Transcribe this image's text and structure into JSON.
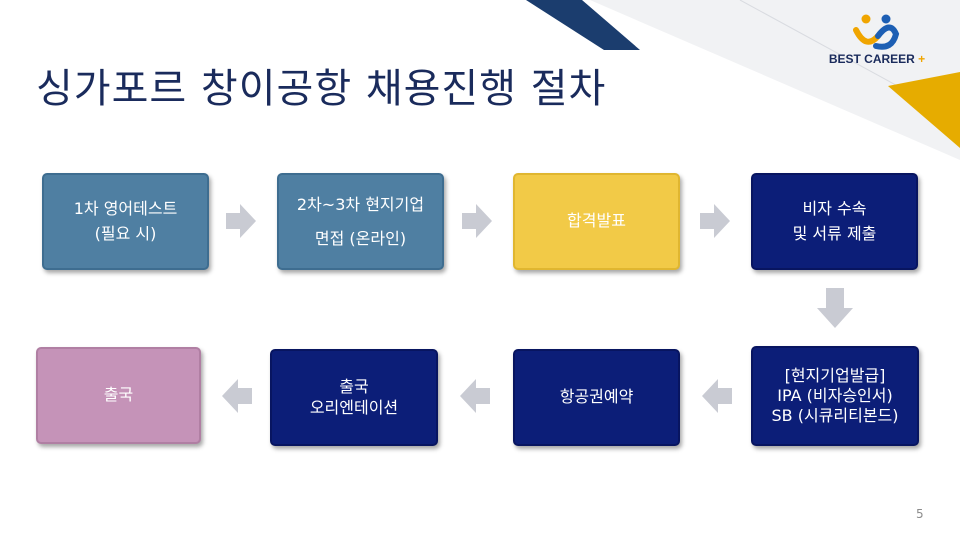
{
  "title": "싱가포르 창이공항 채용진행 절차",
  "logo": {
    "text": "BEST CAREER",
    "plus": "+"
  },
  "steps": [
    {
      "lines": [
        "1차 영어테스트",
        "(필요 시)"
      ]
    },
    {
      "lines": [
        "2차~3차 현지기업",
        "면접 (온라인)"
      ]
    },
    {
      "lines": [
        "합격발표"
      ]
    },
    {
      "lines": [
        "비자 수속",
        "및 서류 제출"
      ]
    },
    {
      "lines": [
        "[현지기업발급]",
        "IPA (비자승인서)",
        "SB (시큐리티본드)"
      ]
    },
    {
      "lines": [
        "항공권예약"
      ]
    },
    {
      "lines": [
        "출국",
        "오리엔테이션"
      ]
    },
    {
      "lines": [
        "출국"
      ]
    }
  ],
  "colors": {
    "steel": "#4f7fa2",
    "gold": "#f2ca47",
    "navy": "#0c1e78",
    "pink": "#c593b8",
    "arrow": "#c9cbd3",
    "stripe_navy": "#1b3d6e",
    "stripe_gold": "#e6ac00"
  },
  "page_number": "5"
}
